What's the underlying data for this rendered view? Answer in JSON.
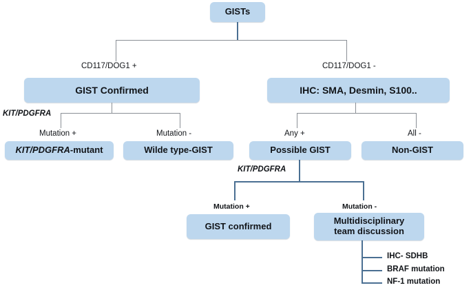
{
  "diagram": {
    "title": "GISTs diagnostic algorithm flowchart",
    "accent_box_fill": "#bdd7ee",
    "connector_color": "#4a6f92",
    "bracket_color": "#8a8f95",
    "text_color": "#111418"
  },
  "nodes": {
    "root": "GISTs",
    "gist_confirmed": "GIST Confirmed",
    "ihc_panel": "IHC:  SMA, Desmin, S100..",
    "kit_pdgfra_mutant_italic": "KIT/PDGFRA",
    "kit_pdgfra_mutant_suffix": "-mutant",
    "wilde_type_gist": "Wilde type-GIST",
    "possible_gist": "Possible GIST",
    "non_gist": "Non-GIST",
    "gist_confirmed_lower": "GIST confirmed",
    "mdt_line1": "Multidisciplinary",
    "mdt_line2": "team discussion"
  },
  "edge_labels": {
    "cd117_dog1_pos": "CD117/DOG1 +",
    "cd117_dog1_neg": "CD117/DOG1 -",
    "kit_pdgfra_left": "KIT/PDGFRA",
    "kit_pdgfra_lower": "KIT/PDGFRA",
    "mutation_pos_left": "Mutation +",
    "mutation_neg_left": "Mutation -",
    "any_pos": "Any +",
    "all_neg": "All -",
    "mutation_pos_lower": "Mutation +",
    "mutation_neg_lower": "Mutation -"
  },
  "followup_tests": [
    {
      "label": "IHC- SDHB"
    },
    {
      "label": "BRAF mutation"
    },
    {
      "label": "NF-1 mutation"
    }
  ]
}
